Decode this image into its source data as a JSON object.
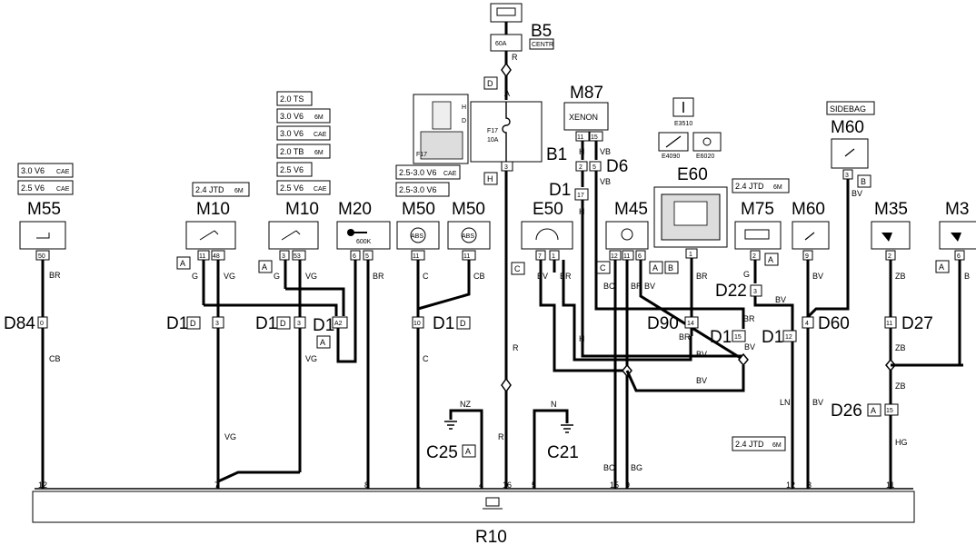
{
  "harness": {
    "name": "R10",
    "pins": [
      "12",
      "7",
      "8",
      "1",
      "4",
      "16",
      "5",
      "15",
      "9",
      "12",
      "3",
      "11"
    ]
  },
  "top_supply": {
    "fuse_label": "60A",
    "node": "B5",
    "node_tag": "CENTR",
    "wire_r": "R",
    "tag_d": "D",
    "tag_a": "A"
  },
  "fuse_box": {
    "node": "B1",
    "fuse": "F17",
    "amp": "10A",
    "pin": "3",
    "tag_h": "H",
    "tag_c": "C",
    "inset_f17": "F17",
    "inset_h": "H",
    "inset_d": "D"
  },
  "components": [
    {
      "id": "M55",
      "variants": [
        "3.0 V6",
        "2.5 V6"
      ],
      "variant_sfx": [
        "CAE",
        "CAE"
      ],
      "pins": [
        "50"
      ],
      "wires": [
        "BR",
        "CB"
      ],
      "node": "D84",
      "node_pin": "0"
    },
    {
      "id": "M10",
      "variants": [
        "2.4 JTD"
      ],
      "variant_sfx": [
        "6M"
      ],
      "pins": [
        "11",
        "48"
      ],
      "wires": [
        "G",
        "VG"
      ],
      "tag": "A",
      "node": "D1",
      "node_tag": "D",
      "node_pin": "3"
    },
    {
      "id": "M10",
      "variants": [
        "2.0 TS",
        "3.0 V6",
        "3.0 V6",
        "2.0 TB",
        "2.5 V6",
        "2.5 V6"
      ],
      "variant_sfx": [
        "",
        "6M",
        "CAE",
        "6M",
        "",
        "CAE"
      ],
      "pins": [
        "3",
        "53"
      ],
      "wires": [
        "G",
        "VG"
      ],
      "tag": "A",
      "node": "D1",
      "node_tag": "D",
      "node_pin": "3"
    },
    {
      "id": "M20",
      "pins": [
        "6",
        "5"
      ],
      "wires": [
        "BR"
      ],
      "icon_text": "600K",
      "node": "D1",
      "node_pin": "A2",
      "node_tag": "A"
    },
    {
      "id": "M50",
      "variants": [
        "2.5-3.0 V6"
      ],
      "variant_sfx": [
        "CAE"
      ],
      "pins": [
        "11"
      ],
      "wires": [
        "C"
      ],
      "icon_text": "ABS"
    },
    {
      "id": "M50",
      "variants": [
        "2.5-3.0 V6"
      ],
      "variant_sfx": [
        ""
      ],
      "pins": [
        "11"
      ],
      "wires": [
        "CB"
      ],
      "icon_text": "ABS",
      "node": "D1",
      "node_tag": "D",
      "node_pin": "10"
    },
    {
      "id": "E50",
      "pins": [
        "7",
        "1"
      ],
      "wires": [
        "BV",
        "BR"
      ]
    },
    {
      "id": "M87",
      "subtitle": "XENON",
      "pins": [
        "11",
        "15"
      ],
      "wires": [
        "H",
        "VB"
      ]
    },
    {
      "id": "D6",
      "pins": [
        "2",
        "5"
      ],
      "wires": [
        "H",
        "VB"
      ]
    },
    {
      "id": "D1",
      "pins": [
        "17"
      ],
      "wires": [
        "H"
      ]
    },
    {
      "id": "M45",
      "pins": [
        "12",
        "11",
        "6"
      ],
      "wires": [
        "BC",
        "BR",
        "BV"
      ],
      "tag": "C",
      "tag2": "A",
      "tag3": "B"
    },
    {
      "id": "E60",
      "pins": [
        "1"
      ],
      "wires": [
        "BR"
      ],
      "node": "D90",
      "node_pin": "14"
    },
    {
      "id": "M75",
      "variants": [
        "2.4 JTD"
      ],
      "variant_sfx": [
        "6M"
      ],
      "pins": [
        "2"
      ],
      "wires": [
        "G"
      ],
      "tag": "A",
      "node": "D22",
      "node_pin": "3"
    },
    {
      "id": "M60",
      "pins": [
        "9"
      ],
      "wires": [
        "BV"
      ],
      "node": "D60",
      "node_pin": "4"
    },
    {
      "id": "M60",
      "subtitle": "SIDEBAG",
      "pins": [
        "3"
      ],
      "wires": [
        "BV"
      ],
      "tag": "B"
    },
    {
      "id": "M35",
      "pins": [
        "2"
      ],
      "wires": [
        "ZB"
      ],
      "node": "D27",
      "node_pin": "11"
    },
    {
      "id": "M3",
      "pins": [
        "6"
      ],
      "wires": [
        "B"
      ],
      "tag": "A"
    }
  ],
  "dash_labels": {
    "e3510": "E3510",
    "e4090": "E4090",
    "e6020": "E6020"
  },
  "grounds": {
    "c25": "C25",
    "c25_tag": "A",
    "c25_wire": "NZ",
    "c21": "C21",
    "c21_wire": "N"
  },
  "wire_labels": {
    "r_mid": "R",
    "r_low": "R",
    "vg_low": "VG",
    "c_mid": "C",
    "bc_low": "BC",
    "bg_low": "BG",
    "bv_a": "BV",
    "bv_b": "BV",
    "bv_c": "BV",
    "br_mid": "BR",
    "bv_d15": "BV",
    "ln": "LN",
    "zb_a": "ZB",
    "zb_b": "ZB",
    "hg": "HG",
    "br_d90": "BR",
    "vg_m10": "VG"
  },
  "extra_nodes": {
    "d1_15": "D1",
    "d1_15_pin": "15",
    "d1_12": "D1",
    "d1_12_pin": "12",
    "d26": "D26",
    "d26_tag": "A",
    "d26_pin": "15",
    "jtd_low": "2.4 JTD",
    "jtd_low_sfx": "6M"
  }
}
